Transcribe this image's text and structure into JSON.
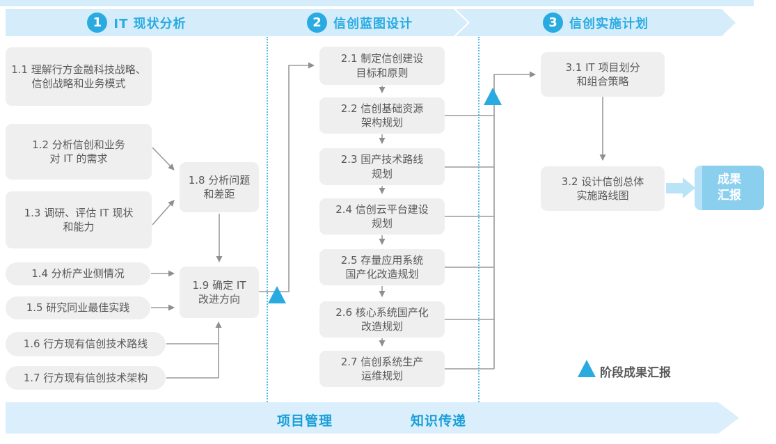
{
  "colors": {
    "accent_blue": "#29abe2",
    "banner_bg": "#d5edfa",
    "box_bg": "#efefef",
    "box_text": "#58595b",
    "connector_gray": "#9a9a9a",
    "result_box_bg": "#8bcfef",
    "result_arrow": "#b9e4f8",
    "footer_text": "#1b9ed8"
  },
  "phases": [
    {
      "number": "1",
      "title": "IT 现状分析"
    },
    {
      "number": "2",
      "title": "信创蓝图设计"
    },
    {
      "number": "3",
      "title": "信创实施计划"
    }
  ],
  "phase1": {
    "boxes": {
      "b11": {
        "l1": "1.1 理解行方金融科技战略、",
        "l2": "信创战略和业务模式"
      },
      "b12": {
        "l1": "1.2 分析信创和业务",
        "l2": "对 IT 的需求"
      },
      "b13": {
        "l1": "1.3 调研、评估 IT 现状",
        "l2": "和能力"
      },
      "b14": {
        "l1": "1.4 分析产业侧情况"
      },
      "b15": {
        "l1": "1.5 研究同业最佳实践"
      },
      "b16": {
        "l1": "1.6 行方现有信创技术路线"
      },
      "b17": {
        "l1": "1.7 行方现有信创技术架构"
      },
      "b18": {
        "l1": "1.8 分析问题",
        "l2": "和差距"
      },
      "b19": {
        "l1": "1.9 确定 IT",
        "l2": "改进方向"
      }
    }
  },
  "phase2": {
    "boxes": {
      "b21": {
        "l1": "2.1 制定信创建设",
        "l2": "目标和原则"
      },
      "b22": {
        "l1": "2.2 信创基础资源",
        "l2": "架构规划"
      },
      "b23": {
        "l1": "2.3 国产技术路线",
        "l2": "规划"
      },
      "b24": {
        "l1": "2.4 信创云平台建设",
        "l2": "规划"
      },
      "b25": {
        "l1": "2.5 存量应用系统",
        "l2": "国产化改造规划"
      },
      "b26": {
        "l1": "2.6 核心系统国产化",
        "l2": "改造规划"
      },
      "b27": {
        "l1": "2.7 信创系统生产",
        "l2": "运维规划"
      }
    }
  },
  "phase3": {
    "boxes": {
      "b31": {
        "l1": "3.1 IT 项目划分",
        "l2": "和组合策略"
      },
      "b32": {
        "l1": "3.2 设计信创总体",
        "l2": "实施路线图"
      }
    },
    "result": {
      "l1": "成果",
      "l2": "汇报"
    }
  },
  "legend": {
    "milestone_label": "阶段成果汇报",
    "milestone_icon": "blue-triangle"
  },
  "footer": {
    "left_label": "项目管理",
    "right_label": "知识传递"
  }
}
